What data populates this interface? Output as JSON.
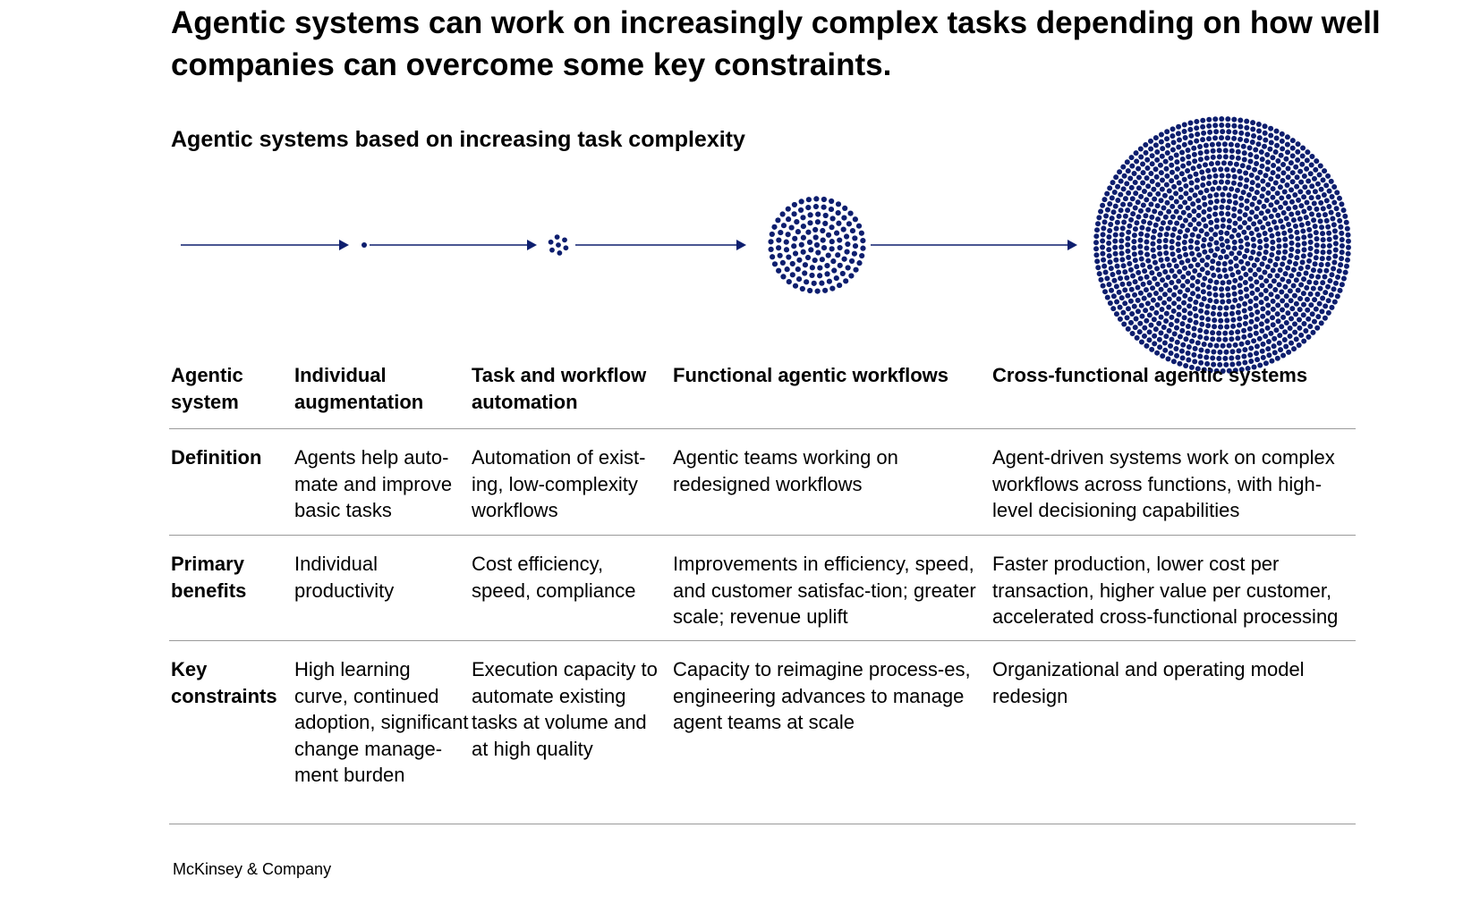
{
  "title": "Agentic systems can work on increasingly complex tasks depending on how well companies can overcome some key constraints.",
  "subtitle": "Agentic systems based on increasing task complexity",
  "colors": {
    "dot_color": "#0d1e6e",
    "arrow_color": "#0d1e6e",
    "rule_color": "#9a9a9a"
  },
  "table": {
    "header": {
      "label": "Agentic system",
      "columns": [
        "Individual augmentation",
        "Task and workflow automation",
        "Functional agentic workflows",
        "Cross-functional agentic systems"
      ]
    },
    "rows": [
      {
        "label": "Definition",
        "cells": [
          "Agents help auto-mate and improve basic tasks",
          "Automation of exist-ing, low-complexity workflows",
          "Agentic teams working on redesigned workflows",
          "Agent-driven systems work on complex workflows across functions, with high-level decisioning capabilities"
        ]
      },
      {
        "label": "Primary benefits",
        "cells": [
          "Individual productivity",
          "Cost efficiency, speed, compliance",
          "Improvements in efficiency, speed, and customer satisfac-tion; greater scale; revenue uplift",
          "Faster production, lower cost per transaction, higher value per customer, accelerated cross-functional processing"
        ]
      },
      {
        "label": "Key constraints",
        "cells": [
          "High learning curve, continued adoption, significant change manage-ment burden",
          "Execution capacity to automate existing tasks at volume and at high quality",
          "Capacity to reimagine process-es, engineering advances to manage agent teams at scale",
          "Organizational and operating model redesign"
        ]
      }
    ]
  },
  "footer": "McKinsey & Company"
}
